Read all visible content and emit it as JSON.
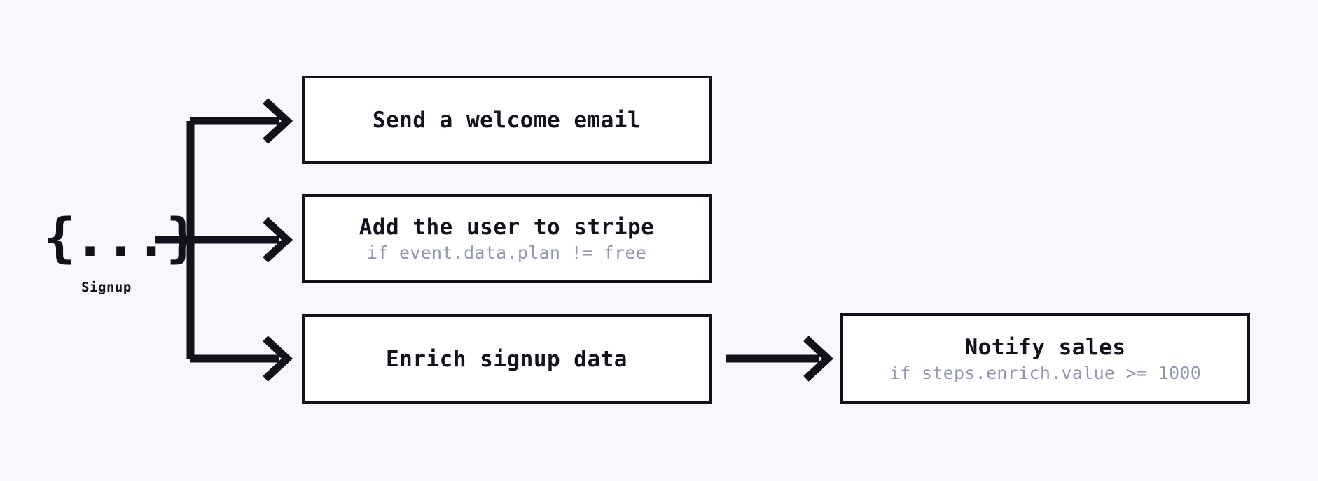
{
  "canvas": {
    "background_color": "#f8f7fc",
    "line_color": "#12121c",
    "box_fill_color": "#ffffff",
    "box_border_color": "#12121c",
    "title_color": "#12121c",
    "condition_color": "#9195ad"
  },
  "trigger": {
    "glyph": "{...}",
    "label": "Signup"
  },
  "steps": [
    {
      "title": "Send a welcome email",
      "condition": ""
    },
    {
      "title": "Add the user to stripe",
      "condition": "if event.data.plan != free"
    },
    {
      "title": "Enrich signup data",
      "condition": ""
    },
    {
      "title": "Notify sales",
      "condition": "if steps.enrich.value >= 1000"
    }
  ]
}
